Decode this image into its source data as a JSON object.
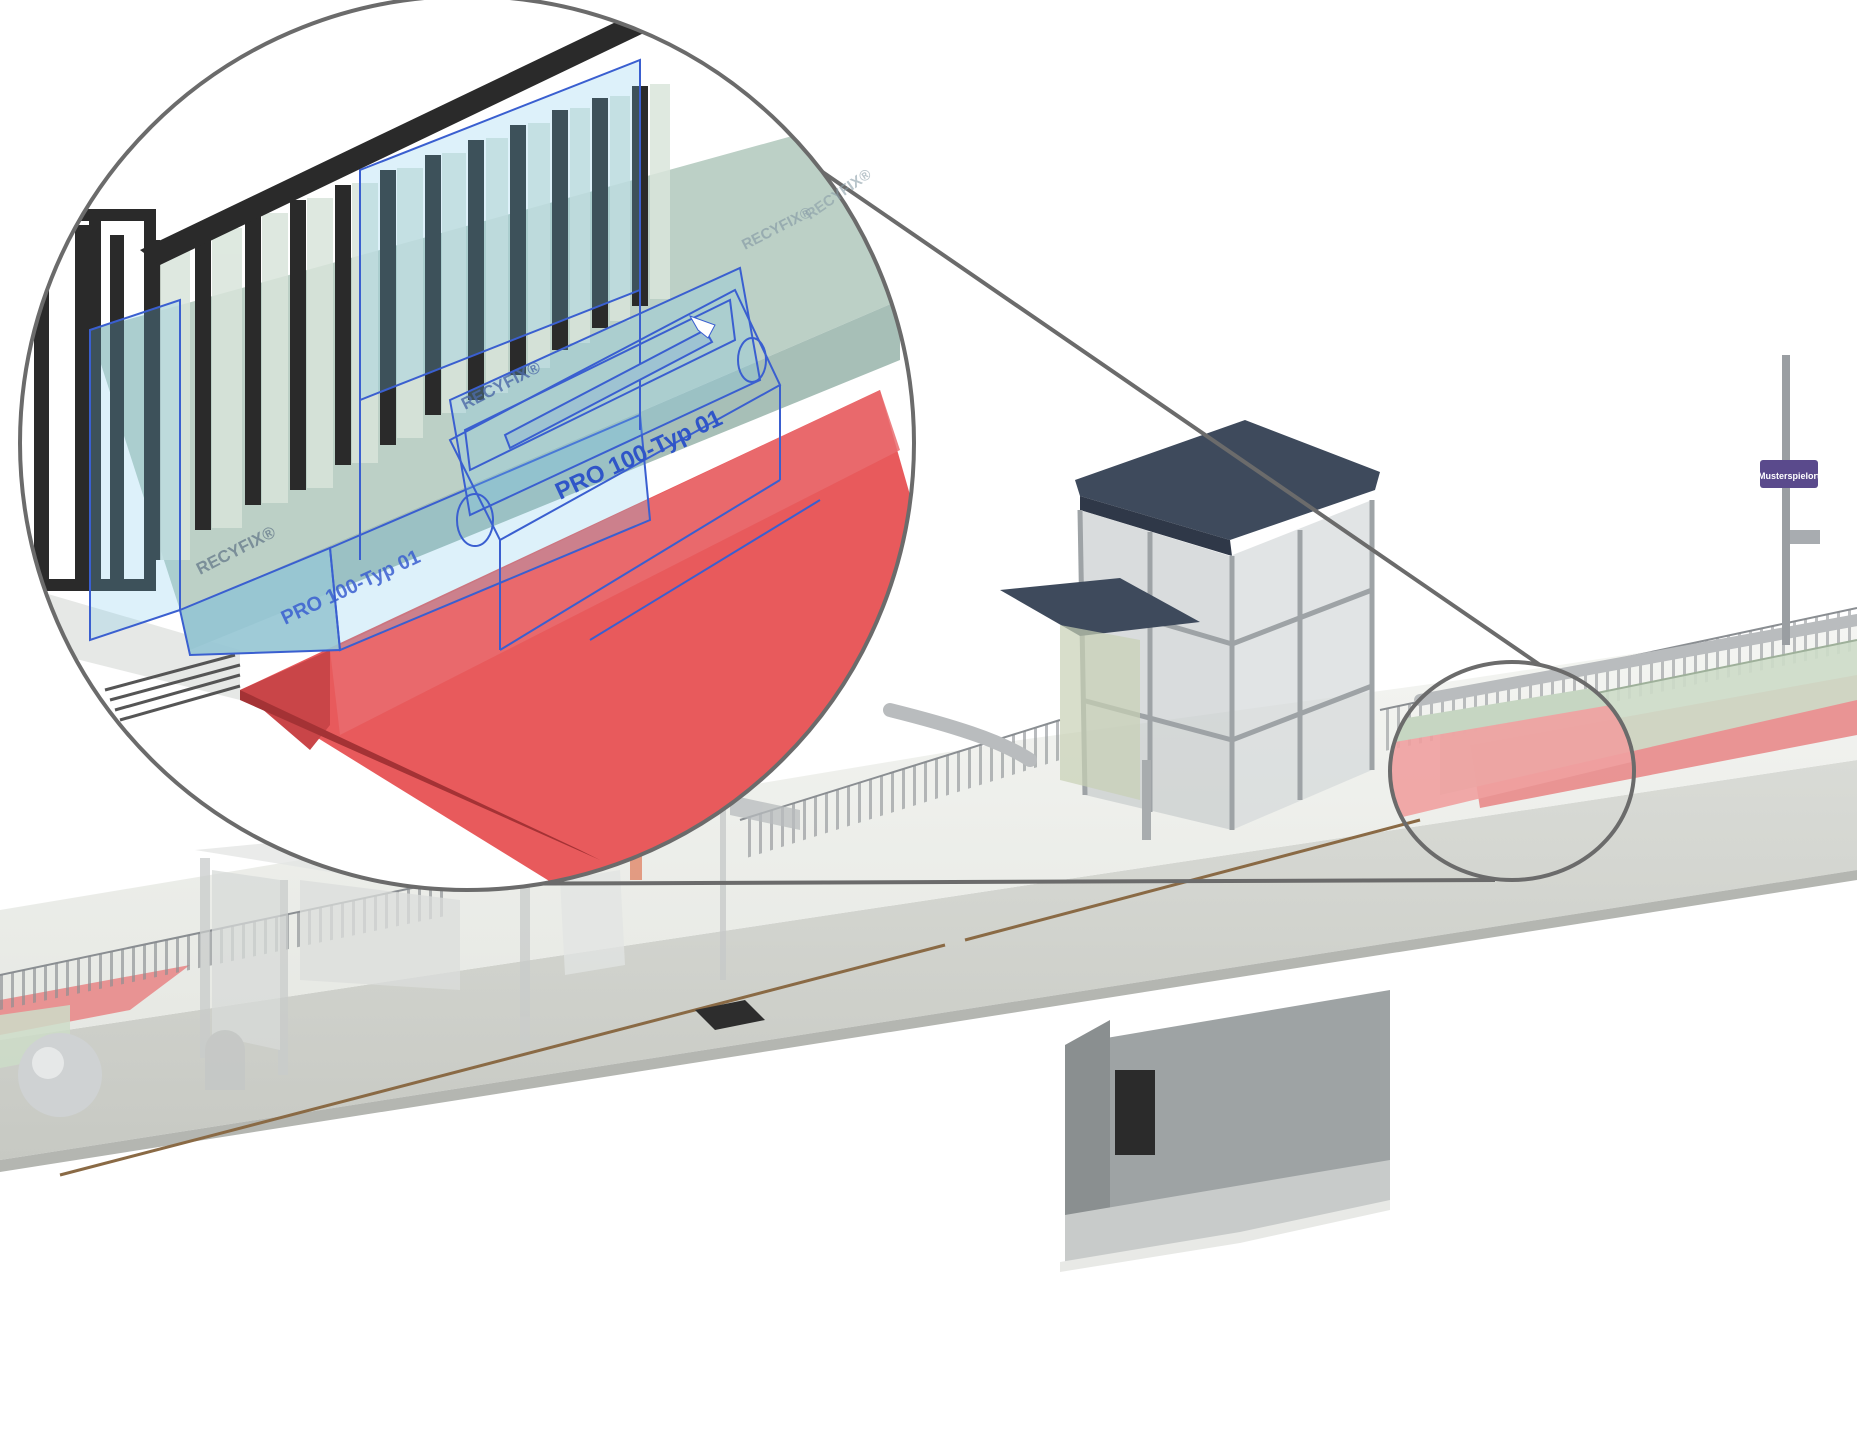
{
  "diagram": {
    "detail_labels": {
      "channel_main": "PRO 100-Typ 01",
      "channel_left": "PRO 100-Typ 01",
      "barrier_1": "RECYFIX®",
      "barrier_2": "RECYFIX®",
      "barrier_3": "RECYFIX®",
      "barrier_4": "RECYFIX®"
    },
    "station_sign": "Musterspielort"
  },
  "colors": {
    "platform_edge_red": "#e85a5c",
    "channel_outline_blue": "#3a5fd0",
    "shelter_roof": "#3e4a5c",
    "barrier_green": "#c9d9c4",
    "magnifier_ring": "#6b6b6b",
    "sign_purple": "#5a4a8c"
  }
}
